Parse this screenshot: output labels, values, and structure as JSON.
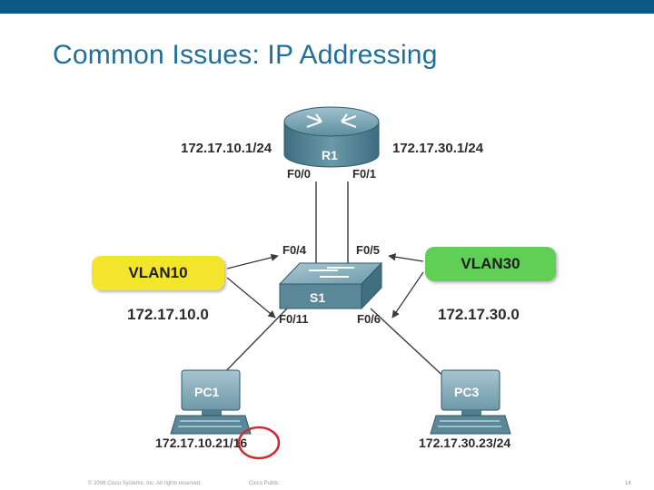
{
  "slide": {
    "title": "Common Issues: IP Addressing",
    "footer_copyright": "© 2006 Cisco Systems, Inc. All rights reserved.",
    "footer_classification": "Cisco Public",
    "page_number": "14"
  },
  "diagram": {
    "router": {
      "name": "R1",
      "left_ip": "172.17.10.1/24",
      "right_ip": "172.17.30.1/24",
      "port_left": "F0/0",
      "port_right": "F0/1"
    },
    "switch": {
      "name": "S1",
      "port_top_left": "F0/4",
      "port_top_right": "F0/5",
      "port_bottom_left": "F0/11",
      "port_bottom_right": "F0/6"
    },
    "vlan10": {
      "label": "VLAN10",
      "network": "172.17.10.0",
      "color": "#f3e52c"
    },
    "vlan30": {
      "label": "VLAN30",
      "network": "172.17.30.0",
      "color": "#5fcf55"
    },
    "pc1": {
      "label": "PC1",
      "ip_prefix": "172.17.10.21",
      "ip_mask": "/16"
    },
    "pc3": {
      "label": "PC3",
      "ip": "172.17.30.23/24"
    },
    "highlight_color": "#cc2b2b"
  }
}
